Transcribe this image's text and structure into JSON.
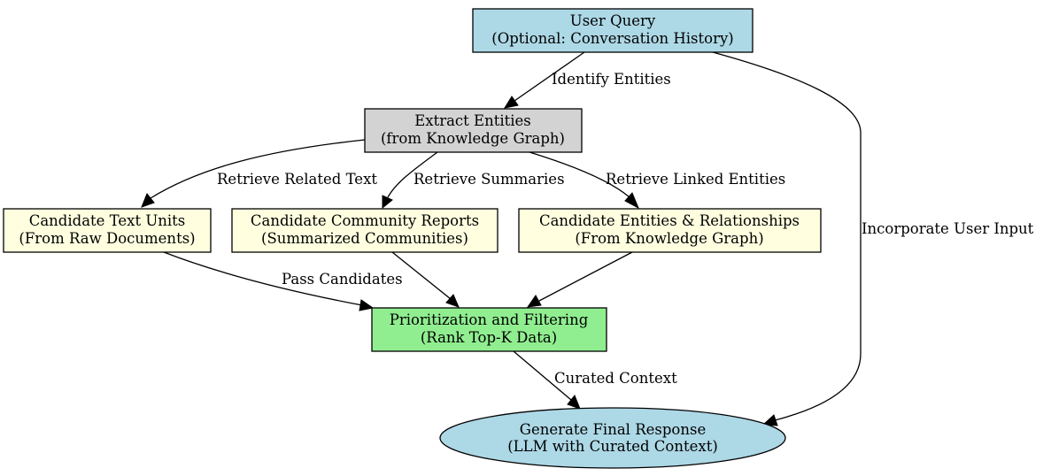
{
  "colors": {
    "query_fill": "#add8e6",
    "extract_fill": "#d3d3d3",
    "candidate_fill": "#ffffe0",
    "filter_fill": "#90ee90",
    "response_fill": "#add8e6"
  },
  "nodes": {
    "user_query": {
      "line1": "User Query",
      "line2": "(Optional: Conversation History)"
    },
    "extract_entities": {
      "line1": "Extract Entities",
      "line2": "(from Knowledge Graph)"
    },
    "text_units": {
      "line1": "Candidate Text Units",
      "line2": "(From Raw Documents)"
    },
    "community_reports": {
      "line1": "Candidate Community Reports",
      "line2": "(Summarized Communities)"
    },
    "entities_relationships": {
      "line1": "Candidate Entities & Relationships",
      "line2": "(From Knowledge Graph)"
    },
    "prioritization": {
      "line1": "Prioritization and Filtering",
      "line2": "(Rank Top-K Data)"
    },
    "final_response": {
      "line1": "Generate Final Response",
      "line2": "(LLM with Curated Context)"
    }
  },
  "edges": {
    "identify_entities": "Identify Entities",
    "retrieve_related_text": "Retrieve Related Text",
    "retrieve_summaries": "Retrieve Summaries",
    "retrieve_linked_entities": "Retrieve Linked Entities",
    "pass_candidates": "Pass Candidates",
    "curated_context": "Curated Context",
    "incorporate_user_input": "Incorporate User Input"
  }
}
